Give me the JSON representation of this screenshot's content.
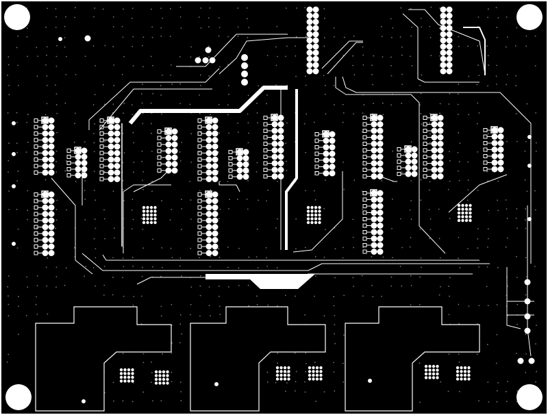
{
  "board": {
    "layer": "pcb-copper-layer",
    "background": "#000000",
    "copper": "#ffffff",
    "mounting_holes": 4,
    "header_columns": 15,
    "power_zones": 3
  }
}
